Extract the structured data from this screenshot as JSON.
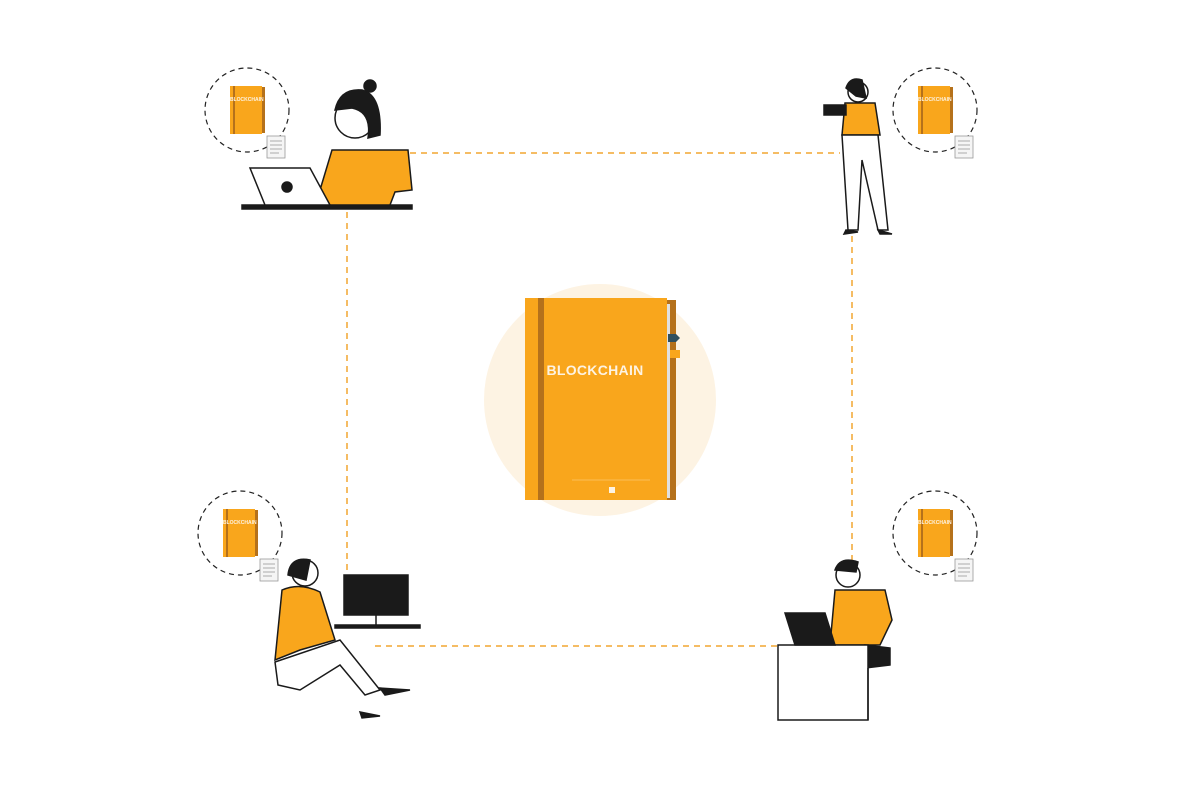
{
  "center_book": {
    "title": "BLOCKCHAIN"
  },
  "node_book_label": "BLOCKCHAIN",
  "nodes": [
    {
      "id": "top-left",
      "figure": "woman-at-laptop-desk"
    },
    {
      "id": "top-right",
      "figure": "woman-standing-with-tablet"
    },
    {
      "id": "bottom-left",
      "figure": "woman-with-headset-at-monitor"
    },
    {
      "id": "bottom-right",
      "figure": "man-at-laptop-desk"
    }
  ],
  "colors": {
    "accent": "#f9a61c",
    "spine": "#b5711b",
    "halo": "#fdf3e3",
    "link": "#f2a531",
    "ink": "#1a1a1a"
  }
}
